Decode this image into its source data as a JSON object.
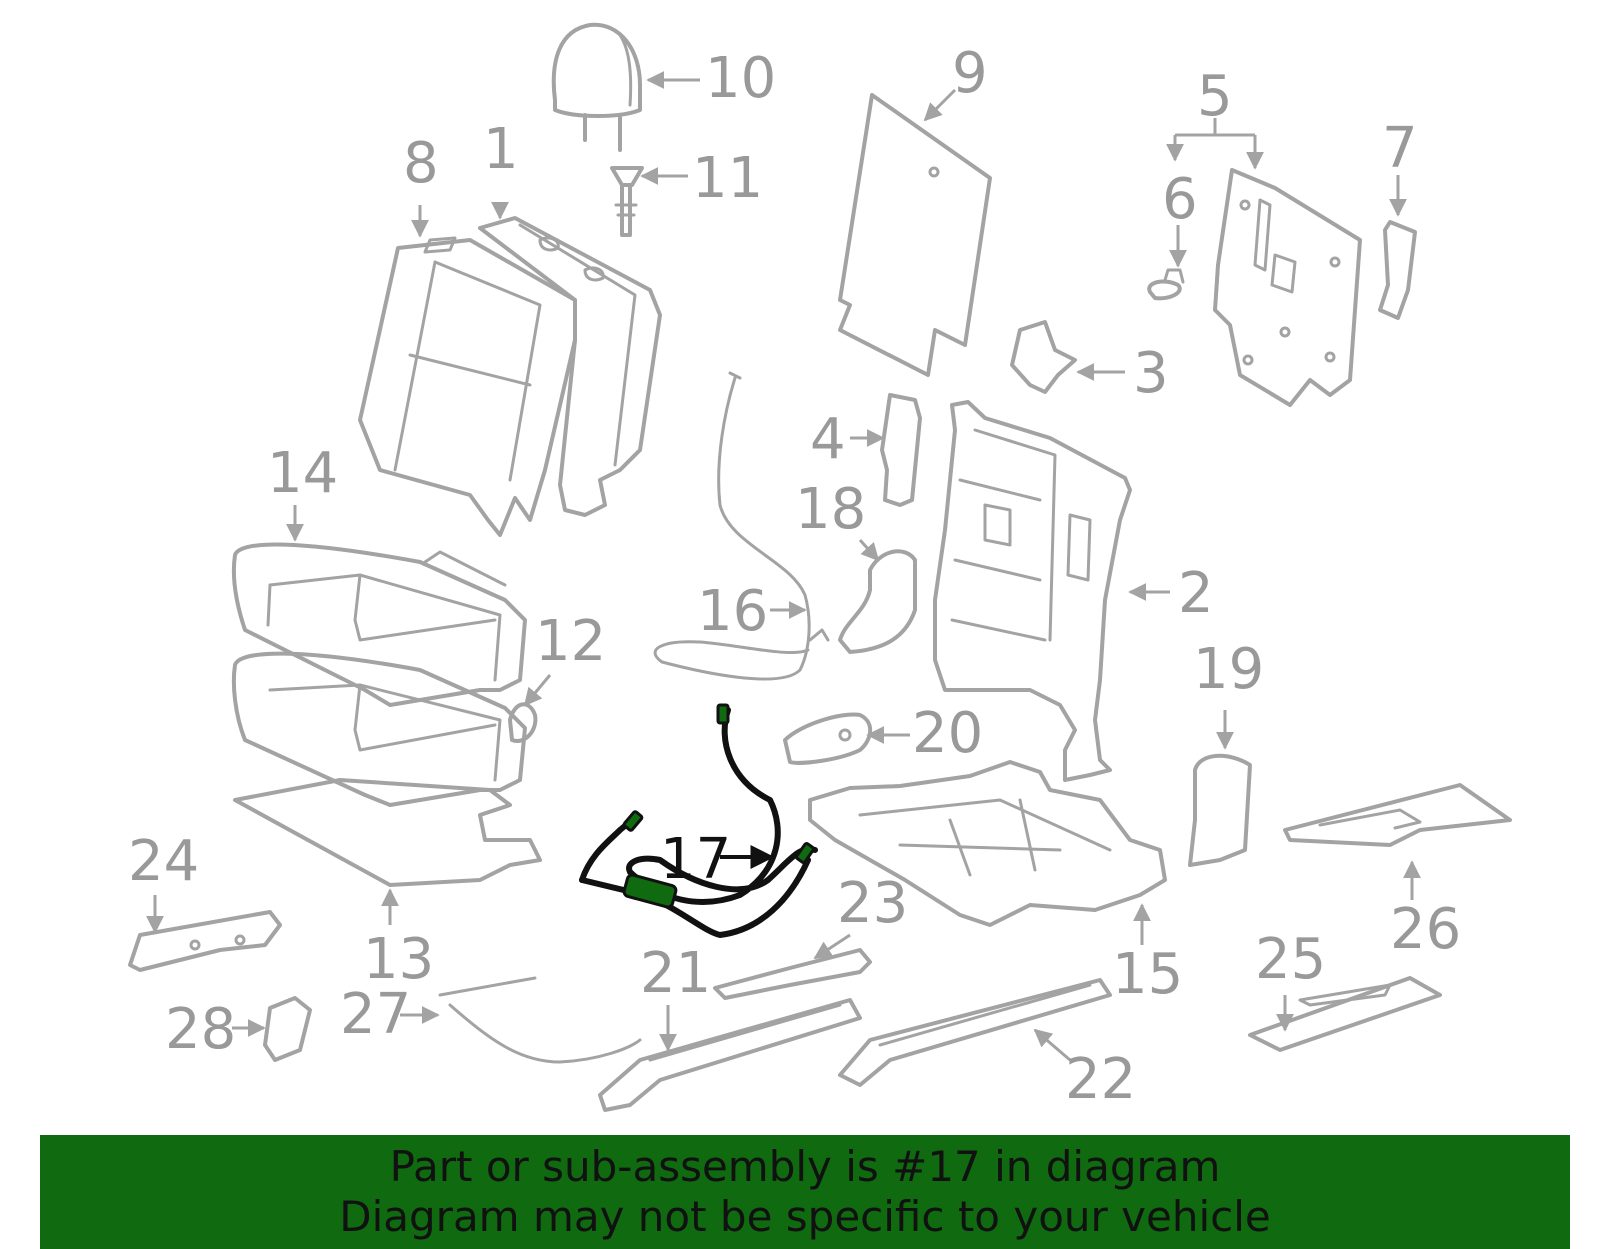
{
  "diagram": {
    "callouts": [
      "1",
      "2",
      "3",
      "4",
      "5",
      "6",
      "7",
      "8",
      "9",
      "10",
      "11",
      "12",
      "13",
      "14",
      "15",
      "16",
      "17",
      "18",
      "19",
      "20",
      "21",
      "22",
      "23",
      "24",
      "25",
      "26",
      "27",
      "28"
    ],
    "highlighted_part": "17",
    "colors": {
      "highlight": "#0f6a10",
      "line_art": "#a3a3a3",
      "label_text": "#999999"
    }
  },
  "banner": {
    "line1": "Part or sub-assembly is #17 in diagram",
    "line2": "Diagram may not be specific to your vehicle"
  }
}
